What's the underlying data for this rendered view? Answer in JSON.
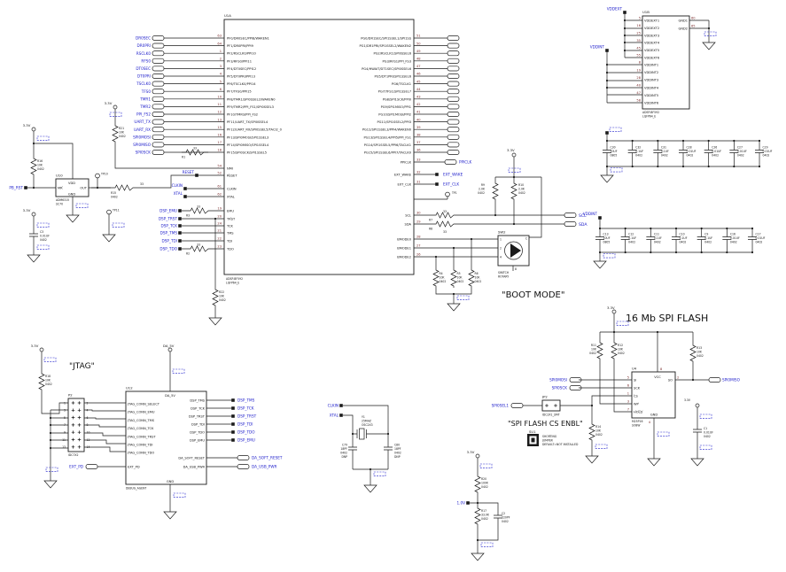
{
  "colors": {
    "wire": "#1a1a1a",
    "net_label": "#2020cc",
    "pin_number": "#7a2a2a",
    "background": "#ffffff"
  },
  "mcu": {
    "ref": "U1A",
    "part": "ADSP-BF592",
    "pkg": "LQFP64_E",
    "left_pins": [
      {
        "num": "63",
        "net": "DR0SEC",
        "label": "PF0/DR0SEC/PPI8/WAKEN1"
      },
      {
        "num": "64",
        "net": "DR0PRI",
        "label": "PF1/DR0PRI/PPI9"
      },
      {
        "num": "1",
        "net": "RSCLK0",
        "label": "PF2/RSCLK0/PPI10"
      },
      {
        "num": "2",
        "net": "RFS0",
        "label": "PF3/RFS0/PPI11"
      },
      {
        "num": "3",
        "net": "DT0SEC",
        "label": "PF4/DT0SEC/PPI12"
      },
      {
        "num": "4",
        "net": "DT0PRI",
        "label": "PF5/DT0PRI/PPI13"
      },
      {
        "num": "5",
        "net": "TSCLK0",
        "label": "PF6/TSCLK0/PPI14"
      },
      {
        "num": "6",
        "net": "TFS0",
        "label": "PF7/TFS0/PPI15"
      },
      {
        "num": "10",
        "net": "TMR1",
        "label": "PF8/TMR1/SPI0SSEL2/WAKEN0"
      },
      {
        "num": "11",
        "net": "TMR2",
        "label": "PF9/TMR2/PPI_FS1/SPI0SSEL3"
      },
      {
        "num": "12",
        "net": "PPI_FS2",
        "label": "PF10/TMR3/PPI_FS2"
      },
      {
        "num": "13",
        "net": "UART_TX",
        "label": "PF11/UART_TX/SPI0SSEL4"
      },
      {
        "num": "15",
        "net": "UART_RX",
        "label": "PF12/UART_RX/SPI0SSEL5/TACI2_0"
      },
      {
        "num": "16",
        "net": "SPI0MOSI",
        "label": "PF13/SPI0MOSI/SPI1SSEL3"
      },
      {
        "num": "17",
        "net": "SPI0MISO",
        "label": "PF14/SPI0MISO/SPI1SSEL4"
      },
      {
        "num": "18",
        "net": "SPI0SCK",
        "label": "PF15/SPI0SCK/SPI1SSEL5"
      }
    ],
    "right_pins": [
      {
        "num": "51",
        "label": "PG0/DR1SEC/SPI1SSEL1/SPI1SS"
      },
      {
        "num": "50",
        "label": "PG1/DR1PRI/SPI1SSEL2/WAKEN2"
      },
      {
        "num": "49",
        "label": "PG2/RSCLK1/SPI0SSEL6"
      },
      {
        "num": "48",
        "label": "PG3/RFS1/PPI_FS3"
      },
      {
        "num": "47",
        "label": "PG4/HWAIT/DT1SEC/SPI0SSEL6"
      },
      {
        "num": "46",
        "label": "PG5/DT1PRI/SPI1SSEL6"
      },
      {
        "num": "45",
        "label": "PG6/TSCLK1"
      },
      {
        "num": "44",
        "label": "PG7/TFS1/SPI1SSEL7"
      },
      {
        "num": "43",
        "label": "PG8/SPI1SCK/PPI0"
      },
      {
        "num": "42",
        "label": "PG9/SPI1MISO/PPI1"
      },
      {
        "num": "41",
        "label": "PG10/SPI1MOSI/PPI2"
      },
      {
        "num": "40",
        "label": "PG11/SPI1SSEL2/PPI3"
      },
      {
        "num": "39",
        "label": "PG12/SPI1SSEL3/PPI4/WAKEN0"
      },
      {
        "num": "38",
        "label": "PG13/SPI1SSEL4/PPI5/PPI_FS1"
      },
      {
        "num": "37",
        "label": "PG14/SPI1SSEL5/PPI6/TACLK1"
      },
      {
        "num": "36",
        "label": "PG15/SPI1SSEL6/PPI7/TACLK0"
      }
    ],
    "ctl": {
      "nmi": {
        "name": "NMI",
        "num": "54"
      },
      "reset": {
        "name": "RESET",
        "num": "52",
        "net": "RESET"
      },
      "clkin": {
        "name": "CLKIN",
        "num": "61",
        "net": "CLKIN"
      },
      "xtal": {
        "name": "XTAL",
        "num": "62",
        "net": "XTAL"
      },
      "emu": {
        "name": "EMU",
        "num": "19",
        "net": "DSP_EMU"
      },
      "trst": {
        "name": "TRST",
        "num": "20",
        "net": "DSP_TRST"
      },
      "tck": {
        "name": "TCK",
        "num": "24",
        "net": "DSP_TCK"
      },
      "tms": {
        "name": "TMS",
        "num": "21",
        "net": "DSP_TMS"
      },
      "tdi": {
        "name": "TDI",
        "num": "22",
        "net": "DSP_TDI"
      },
      "tdo": {
        "name": "TDO",
        "num": "23",
        "net": "DSP_TDO"
      }
    },
    "misc_right": {
      "ppiclk": {
        "name": "PPICLK",
        "num": "33",
        "net": "PPICLK"
      },
      "ext_wake": {
        "name": "EXT_WAKE",
        "num": "32",
        "net": "EXT_WAKE"
      },
      "ext_clk": {
        "name": "EXT_CLK",
        "num": "31",
        "net": "EXT_CLK"
      },
      "tp1": "TP1",
      "scl": {
        "name": "SCL",
        "num": "30",
        "net": "SCL"
      },
      "sda": {
        "name": "SDA",
        "num": "29",
        "net": "SDA"
      },
      "bmode0": {
        "name": "BMODE0",
        "num": "28"
      },
      "bmode1": {
        "name": "BMODE1",
        "num": "27"
      },
      "bmode2": {
        "name": "BMODE2",
        "num": "26"
      }
    },
    "r1": {
      "ref": "R1",
      "val": "33",
      "pkg": "0402"
    },
    "r2": {
      "ref": "R2",
      "val": "33",
      "pkg": "0402"
    },
    "r3": {
      "ref": "R3",
      "val": "33",
      "pkg": "0402"
    },
    "r21": {
      "ref": "R21",
      "val": "10K",
      "pkg": "0402"
    },
    "r22": {
      "ref": "R22",
      "val": "10K",
      "pkg": "0402"
    },
    "pwr": "3.3V"
  },
  "power_block": {
    "ref": "U1B",
    "part": "ADSP-BF592",
    "pkg": "LQFP64_E",
    "net_ext": "VDDEXT",
    "net_int": "VDDINT",
    "vddext_pins": [
      {
        "num": "5",
        "name": "VDDEXT1"
      },
      {
        "num": "16",
        "name": "VDDEXT2"
      },
      {
        "num": "25",
        "name": "VDDEXT3"
      },
      {
        "num": "35",
        "name": "VDDEXT4"
      },
      {
        "num": "45",
        "name": "VDDEXT5"
      },
      {
        "num": "55",
        "name": "VDDEXT6"
      }
    ],
    "vddint_pins": [
      {
        "num": "8",
        "name": "VDDINT1"
      },
      {
        "num": "19",
        "name": "VDDINT2"
      },
      {
        "num": "28",
        "name": "VDDINT3"
      },
      {
        "num": "40",
        "name": "VDDINT4"
      },
      {
        "num": "47",
        "name": "VDDINT5"
      },
      {
        "num": "58",
        "name": "VDDINT6"
      }
    ],
    "gnd_pins": [
      {
        "num": "60",
        "name": "GND1"
      },
      {
        "num": "65",
        "name": "GND2"
      }
    ]
  },
  "cap_bank_ext": [
    {
      "ref": "C30",
      "val": "10UF",
      "pkg": "0805"
    },
    {
      "ref": "C32",
      "val": "0.1UF",
      "pkg": "0402"
    },
    {
      "ref": "C31",
      "val": "0.1UF",
      "pkg": "0402"
    },
    {
      "ref": "C28",
      "val": "0.01UF",
      "pkg": "0402"
    },
    {
      "ref": "C26",
      "val": "0.01UF",
      "pkg": "0402"
    },
    {
      "ref": "C27",
      "val": "0.01UF",
      "pkg": "0402"
    },
    {
      "ref": "C29",
      "val": "0.01UF",
      "pkg": "0402"
    }
  ],
  "cap_bank_int": [
    {
      "ref": "C13",
      "val": "10UF",
      "pkg": "0805"
    },
    {
      "ref": "C12",
      "val": "0.1UF",
      "pkg": "0402"
    },
    {
      "ref": "C11",
      "val": "0.1UF",
      "pkg": "0402"
    },
    {
      "ref": "C10",
      "val": "0.1UF",
      "pkg": "0402"
    },
    {
      "ref": "C9",
      "val": "0.1UF",
      "pkg": "0402"
    },
    {
      "ref": "C16",
      "val": "0.01UF",
      "pkg": "0402"
    },
    {
      "ref": "C17",
      "val": "0.01UF",
      "pkg": "0402"
    }
  ],
  "reset_ckt": {
    "pwr": "3.3V",
    "u_ref": "U10",
    "part": "ADM6315",
    "pkg": "SC70",
    "pins": {
      "vdd": "VDD",
      "mr": "MR",
      "out": "OUT",
      "gnd": "GND"
    },
    "r16": {
      "ref": "R16",
      "val": "10K",
      "pkg": "0402"
    },
    "r15": {
      "ref": "R15",
      "val": "33",
      "pkg": "0402"
    },
    "c3": {
      "ref": "C3",
      "val": "0.01UF",
      "pkg": "0402"
    },
    "tp10": "TP10",
    "tp11": "TP11",
    "net_in": "PB_RST"
  },
  "crystal": {
    "ref": "Y1",
    "freq": "25MHZ",
    "pkg": "OSC2X3",
    "c79": {
      "ref": "C79",
      "val": "18PF",
      "pkg": "0402",
      "dnp": "DNP"
    },
    "c80": {
      "ref": "C80",
      "val": "18PF",
      "pkg": "0402",
      "dnp": "DNP"
    },
    "net_clkin": "CLKIN",
    "net_xtal": "XTAL"
  },
  "boot": {
    "title": "\"BOOT MODE\"",
    "pwr": "3.3V",
    "sw_ref": "SW2",
    "sw_lines": [
      "SWITCH",
      "ROTARY"
    ],
    "sw_pins": {
      "p1": "1",
      "p2": "2",
      "p4": "4",
      "c": "C",
      "p8": "8"
    },
    "r7": {
      "ref": "R7",
      "val": "33",
      "pkg": "0402"
    },
    "r8": {
      "ref": "R8",
      "val": "33",
      "pkg": "0402"
    },
    "r9": {
      "ref": "R9",
      "val": "2.0K",
      "pkg": "0402"
    },
    "r10": {
      "ref": "R10",
      "val": "2.0K",
      "pkg": "0402"
    },
    "pulldowns": [
      {
        "ref": "R4",
        "val": "10K",
        "pkg": "0402"
      },
      {
        "ref": "R5",
        "val": "10K",
        "pkg": "0402"
      },
      {
        "ref": "R6",
        "val": "10K",
        "pkg": "0402"
      }
    ]
  },
  "jtag": {
    "title": "\"JTAG\"",
    "pwr": "3.3V",
    "hdr_ref": "P2",
    "hdr_pkg": "IDC7X2",
    "hdr_rows": [
      {
        "l": "1",
        "r": "2"
      },
      {
        "l": "3",
        "r": "4"
      },
      {
        "l": "5",
        "r": "6"
      },
      {
        "l": "7",
        "r": "8"
      },
      {
        "l": "9",
        "r": "10"
      },
      {
        "l": "11",
        "r": "12"
      },
      {
        "l": "13",
        "r": "14"
      }
    ],
    "r18": {
      "ref": "R18",
      "val": "10K",
      "pkg": "0402"
    }
  },
  "debug_agent": {
    "ref": "U12",
    "name": "DEBUG_AGENT",
    "pwr": "DA_5V",
    "top_pin": "DA_5V",
    "gnd_pin": "GND",
    "left_pins": [
      {
        "name": "JTAG_CONN_SELECT"
      },
      {
        "name": "JTAG_CONN_EMU"
      },
      {
        "name": "JTAG_CONN_TMS"
      },
      {
        "name": "JTAG_CONN_TCK"
      },
      {
        "name": "JTAG_CONN_TRST"
      },
      {
        "name": "JTAG_CONN_TDI"
      },
      {
        "name": "JTAG_CONN_TDO"
      }
    ],
    "right_pins": [
      {
        "name": "DSP_TMS"
      },
      {
        "name": "DSP_TCK"
      },
      {
        "name": "DSP_TRST"
      },
      {
        "name": "DSP_TDI"
      },
      {
        "name": "DSP_TDO"
      },
      {
        "name": "DSP_EMU"
      }
    ],
    "ext_pd": "EXT_PD",
    "soft_reset": "DA_SOFT_RESET",
    "usb_pwr": "DA_USB_PWR"
  },
  "flash": {
    "title": "16 Mb SPI FLASH",
    "pwr": "3.3V",
    "u_ref": "U4",
    "part": "M25P16",
    "pkg": "SO8W",
    "pins": {
      "si": {
        "name": "SI",
        "num": "5"
      },
      "sck": {
        "name": "SCK",
        "num": "6"
      },
      "cs": {
        "name": "CS",
        "num": "1"
      },
      "wp": {
        "name": "WP",
        "num": "3"
      },
      "hold": {
        "name": "HOLD",
        "num": "7"
      },
      "vcc": {
        "name": "VCC",
        "num": "8"
      },
      "so": {
        "name": "SO",
        "num": "2"
      },
      "gnd": {
        "name": "GND",
        "num": "4"
      }
    },
    "r11": {
      "ref": "R11",
      "val": "10K",
      "pkg": "0402"
    },
    "r12": {
      "ref": "R12",
      "val": "10K",
      "pkg": "0402"
    },
    "r13": {
      "ref": "R13",
      "val": "10K",
      "pkg": "0402"
    },
    "r14": {
      "ref": "R14",
      "val": "10K",
      "pkg": "0402"
    },
    "c1": {
      "ref": "C1",
      "val": "0.01UF",
      "pkg": "0402"
    },
    "jp2": {
      "ref": "JP2",
      "pkg": "IDC2X1_SMT"
    },
    "su1": {
      "ref": "SU1",
      "lines": [
        "SHORTING",
        "JUMPER",
        "DEFAULT=NOT INSTALLED"
      ]
    },
    "note": "\"SPI FLASH CS ENBL\"",
    "nets": {
      "mosi": "SPI0MOSI",
      "sck": "SPI0SCK",
      "sel": "SPI0SEL1",
      "miso": "SPI0MISO"
    }
  },
  "divider": {
    "pwr": "3.3V",
    "net": "1.0V",
    "r20": {
      "ref": "R20",
      "val": "100K",
      "pkg": "0402"
    },
    "r17": {
      "ref": "R17",
      "val": "33.0K",
      "pkg": "0402"
    },
    "c2": {
      "ref": "C2",
      "val": "220PF",
      "pkg": "0402"
    }
  }
}
